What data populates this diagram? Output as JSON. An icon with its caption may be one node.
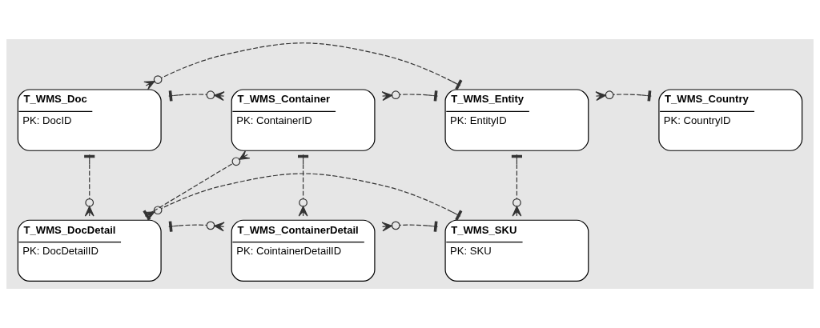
{
  "diagram": {
    "nodes": [
      {
        "text": [
          "T_WMS_Doc",
          "PK: DocID"
        ]
      },
      {
        "text": [
          "T_WMS_Container",
          "PK: ContainerID"
        ]
      },
      {
        "text": [
          "T_WMS_Entity",
          "PK: EntityID"
        ]
      },
      {
        "text": [
          "T_WMS_Country",
          "PK: CountryID"
        ]
      },
      {
        "text": [
          "T_WMS_DocDetail",
          "PK: DocDetailID"
        ]
      },
      {
        "text": [
          "T_WMS_ContainerDetail",
          "PK: CointainerDetailID"
        ]
      },
      {
        "text": [
          "T_WMS_SKU",
          "PK: SKU"
        ]
      }
    ],
    "edges": [
      {
        "from": 2,
        "to": 0,
        "arrow": "other",
        "style": "dashed"
      },
      {
        "from": 0,
        "to": 1,
        "arrow": "other",
        "style": "dashed"
      },
      {
        "from": 2,
        "to": 1,
        "arrow": "other",
        "style": "dashed"
      },
      {
        "from": 3,
        "to": 2,
        "arrow": "other",
        "style": "dashed"
      },
      {
        "from": 0,
        "to": 4,
        "arrow": "other",
        "style": "dashed"
      },
      {
        "from": 4,
        "to": 1,
        "arrow": "other",
        "style": "dashed"
      },
      {
        "from": 1,
        "to": 5,
        "arrow": "other",
        "style": "dashed"
      },
      {
        "from": 2,
        "to": 6,
        "arrow": "other",
        "style": "dashed"
      },
      {
        "from": 4,
        "to": 5,
        "arrow": "other",
        "style": "dashed"
      },
      {
        "from": 6,
        "to": 5,
        "arrow": "other",
        "style": "dashed"
      },
      {
        "from": 6,
        "to": 4,
        "arrow": "other",
        "style": "dashed"
      }
    ]
  }
}
